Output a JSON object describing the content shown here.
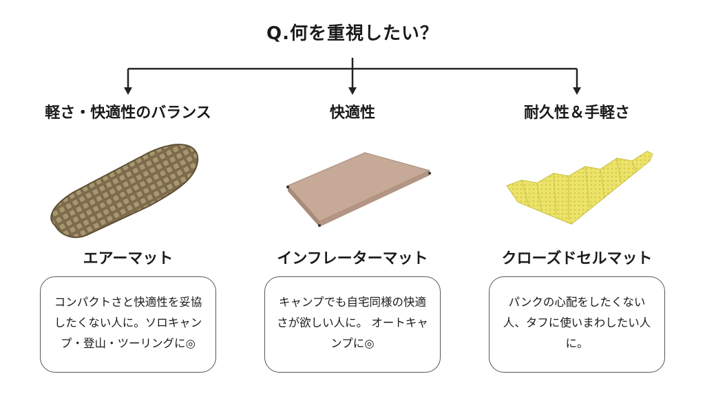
{
  "question": "Q.何を重視したい？",
  "columns": [
    {
      "title": "軽さ・快適性のバランス",
      "mat_name": "エアーマット",
      "description": "コンパクトさと快適性を妥協したくない人に。ソロキャンプ・登山・ツーリングに◎",
      "color": "#8a7a58"
    },
    {
      "title": "快適性",
      "mat_name": "インフレーターマット",
      "description": "キャンプでも自宅同様の快適さが欲しい人に。 オートキャンプに◎",
      "color": "#c4a592"
    },
    {
      "title": "耐久性＆手軽さ",
      "mat_name": "クローズドセルマット",
      "description": "パンクの心配をしたくない人、タフに使いまわしたい人に。",
      "color": "#e9e26a"
    }
  ]
}
